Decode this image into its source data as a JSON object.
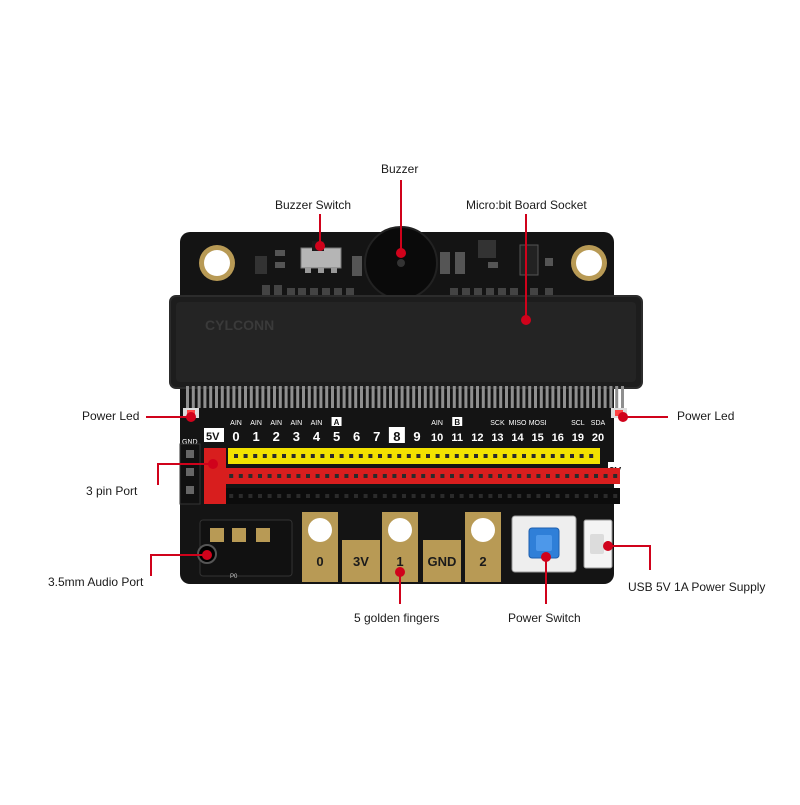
{
  "colors": {
    "board": "#141414",
    "leader": "#d0021b",
    "pin_yellow": "#f2e200",
    "pin_red": "#d81e1e",
    "pin_black": "#0c0c0c",
    "gold": "#b89a55",
    "button": "#2f7fd8"
  },
  "callouts": {
    "buzzer": "Buzzer",
    "buzzer_switch": "Buzzer Switch",
    "socket": "Micro:bit Board Socket",
    "power_led_left": "Power Led",
    "power_led_right": "Power Led",
    "pin_port": "3 pin Port",
    "audio_port": "3.5mm Audio Port",
    "golden_fingers": "5 golden fingers",
    "power_switch": "Power Switch",
    "usb": "USB 5V 1A Power Supply"
  },
  "board": {
    "socket_brand": "CYLCONN",
    "left_header_5v": "5V",
    "left_header_gnd": "GND",
    "right_header_3v": "3V",
    "right_header_gnd": "GND",
    "audio_label": "P0",
    "pins": [
      {
        "num": "0",
        "sup": "AIN"
      },
      {
        "num": "1",
        "sup": "AIN"
      },
      {
        "num": "2",
        "sup": "AIN"
      },
      {
        "num": "3",
        "sup": "AIN"
      },
      {
        "num": "4",
        "sup": "AIN"
      },
      {
        "num": "5",
        "sup": "A"
      },
      {
        "num": "6",
        "sup": ""
      },
      {
        "num": "7",
        "sup": ""
      },
      {
        "num": "8",
        "sup": ""
      },
      {
        "num": "9",
        "sup": ""
      },
      {
        "num": "10",
        "sup": "AIN"
      },
      {
        "num": "11",
        "sup": "B"
      },
      {
        "num": "12",
        "sup": ""
      },
      {
        "num": "13",
        "sup": "SCK"
      },
      {
        "num": "14",
        "sup": "MISO"
      },
      {
        "num": "15",
        "sup": "MOSI"
      },
      {
        "num": "16",
        "sup": ""
      },
      {
        "num": "19",
        "sup": "SCL"
      },
      {
        "num": "20",
        "sup": "SDA"
      }
    ],
    "fingers": [
      "0",
      "3V",
      "1",
      "GND",
      "2"
    ]
  }
}
